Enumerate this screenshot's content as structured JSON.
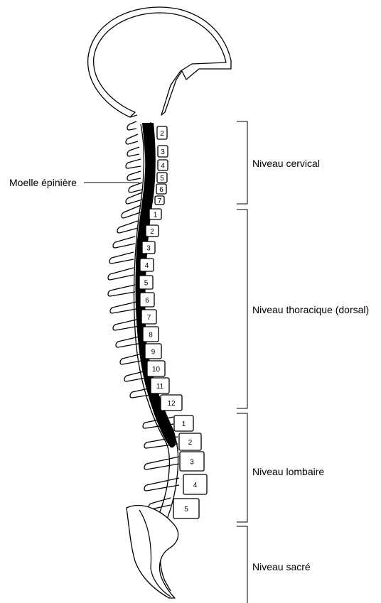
{
  "labels": {
    "spinal_cord": "Moelle épinière",
    "cervical": "Niveau cervical",
    "thoracic": "Niveau thoracique (dorsal)",
    "lumbar": "Niveau lombaire",
    "sacral": "Niveau sacré"
  },
  "vertebrae": {
    "cervical": [
      "2",
      "3",
      "4",
      "5",
      "6",
      "7"
    ],
    "thoracic": [
      "1",
      "2",
      "3",
      "4",
      "5",
      "6",
      "7",
      "8",
      "9",
      "10",
      "11",
      "12"
    ],
    "lumbar": [
      "1",
      "2",
      "3",
      "4",
      "5"
    ]
  },
  "colors": {
    "line": "#000000",
    "background": "#ffffff",
    "cord": "#000000"
  }
}
